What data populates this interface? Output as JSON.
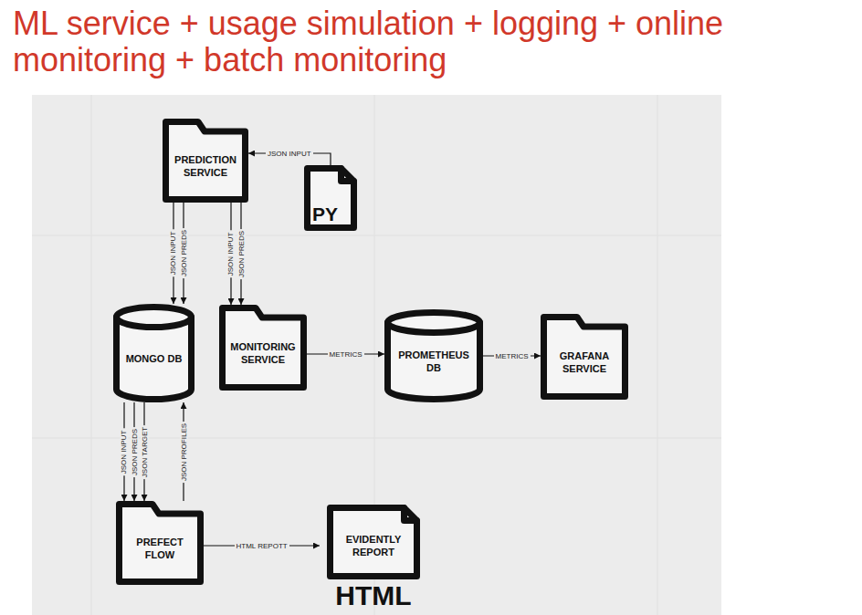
{
  "diagram": {
    "title": "ML service + usage simulation + logging + online monitoring + batch monitoring",
    "nodes": [
      {
        "text": [
          "PREDICTION SERVICE"
        ]
      },
      {
        "text": [
          "PY"
        ]
      },
      {
        "text": [
          "MONGO DB"
        ]
      },
      {
        "text": [
          "MONITORING SERVICE"
        ]
      },
      {
        "text": [
          "PROMETHEUS DB"
        ]
      },
      {
        "text": [
          "GRAFANA SERVICE"
        ]
      },
      {
        "text": [
          "PREFECT FLOW"
        ]
      },
      {
        "text": [
          "EVIDENTLY REPORT",
          "HTML"
        ]
      }
    ],
    "edges": [
      {
        "from": 1,
        "to": 0,
        "label": "JSON INPUT",
        "arrow": "to"
      },
      {
        "from": 0,
        "to": 2,
        "label": "JSON INPUT",
        "arrow": "to"
      },
      {
        "from": 0,
        "to": 2,
        "label": "JSON PREDS",
        "arrow": "to"
      },
      {
        "from": 0,
        "to": 3,
        "label": "JSON INPUT",
        "arrow": "to"
      },
      {
        "from": 0,
        "to": 3,
        "label": "JSON PREDS",
        "arrow": "to"
      },
      {
        "from": 3,
        "to": 4,
        "label": "METRICS",
        "arrow": "to"
      },
      {
        "from": 4,
        "to": 5,
        "label": "METRICS",
        "arrow": "to"
      },
      {
        "from": 2,
        "to": 6,
        "label": "JSON INPUT",
        "arrow": "to"
      },
      {
        "from": 2,
        "to": 6,
        "label": "JSON PREDS",
        "arrow": "to"
      },
      {
        "from": 2,
        "to": 6,
        "label": "JSON TARGET",
        "arrow": "to"
      },
      {
        "from": 6,
        "to": 2,
        "label": "JSON PROFILES",
        "arrow": "to"
      },
      {
        "from": 6,
        "to": 7,
        "label": "HTML REPOTT",
        "arrow": "to"
      }
    ]
  }
}
